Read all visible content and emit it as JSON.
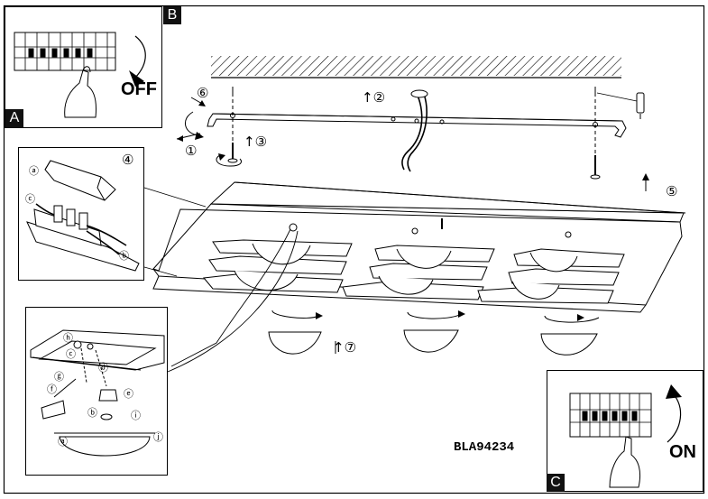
{
  "panels": {
    "off": {
      "tab": "B",
      "word": "OFF"
    },
    "mount": {
      "tab": "A"
    },
    "on": {
      "tab": "C",
      "word": "ON"
    }
  },
  "steps": {
    "s1": "①",
    "s2": "↑②",
    "s3": "↑③",
    "s4": "④",
    "s5": "⑤",
    "s6": "⑥",
    "s7": "↑⑦"
  },
  "detail_letters": {
    "a": "ⓐ",
    "b": "ⓑ",
    "c": "ⓒ",
    "d": "ⓓ",
    "e": "ⓔ",
    "f": "ⓕ",
    "g": "ⓖ",
    "h": "ⓗ",
    "i": "ⓘ",
    "j": "ⓙ"
  },
  "model_code": "BLA94234"
}
